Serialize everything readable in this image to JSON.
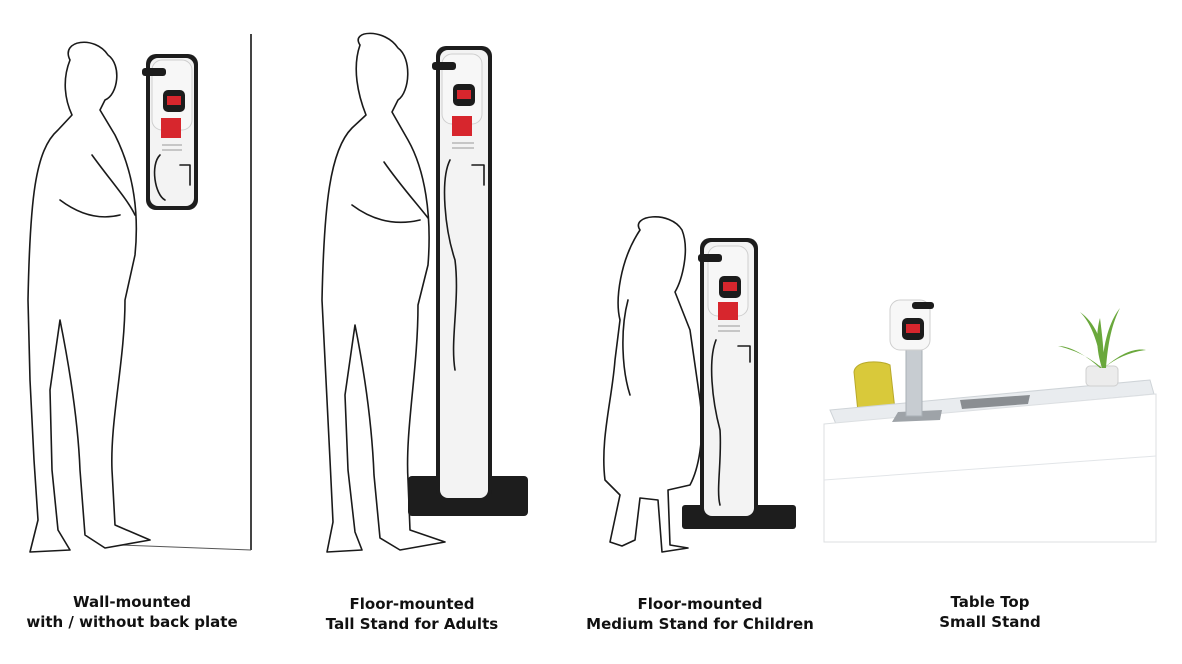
{
  "products": [
    {
      "line1": "Wall-mounted",
      "line2": "with / without back plate"
    },
    {
      "line1": "Floor-mounted",
      "line2": "Tall Stand for Adults"
    },
    {
      "line1": "Floor-mounted",
      "line2": "Medium Stand for Children"
    },
    {
      "line1": "Table Top",
      "line2": "Small Stand"
    }
  ],
  "colors": {
    "accent": "#d7262d",
    "frame": "#222222",
    "panel": "#f2f2f2",
    "chair": "#d9c93a",
    "plant": "#6aa83c"
  },
  "icons": [
    "thermometer-kiosk-icon"
  ]
}
